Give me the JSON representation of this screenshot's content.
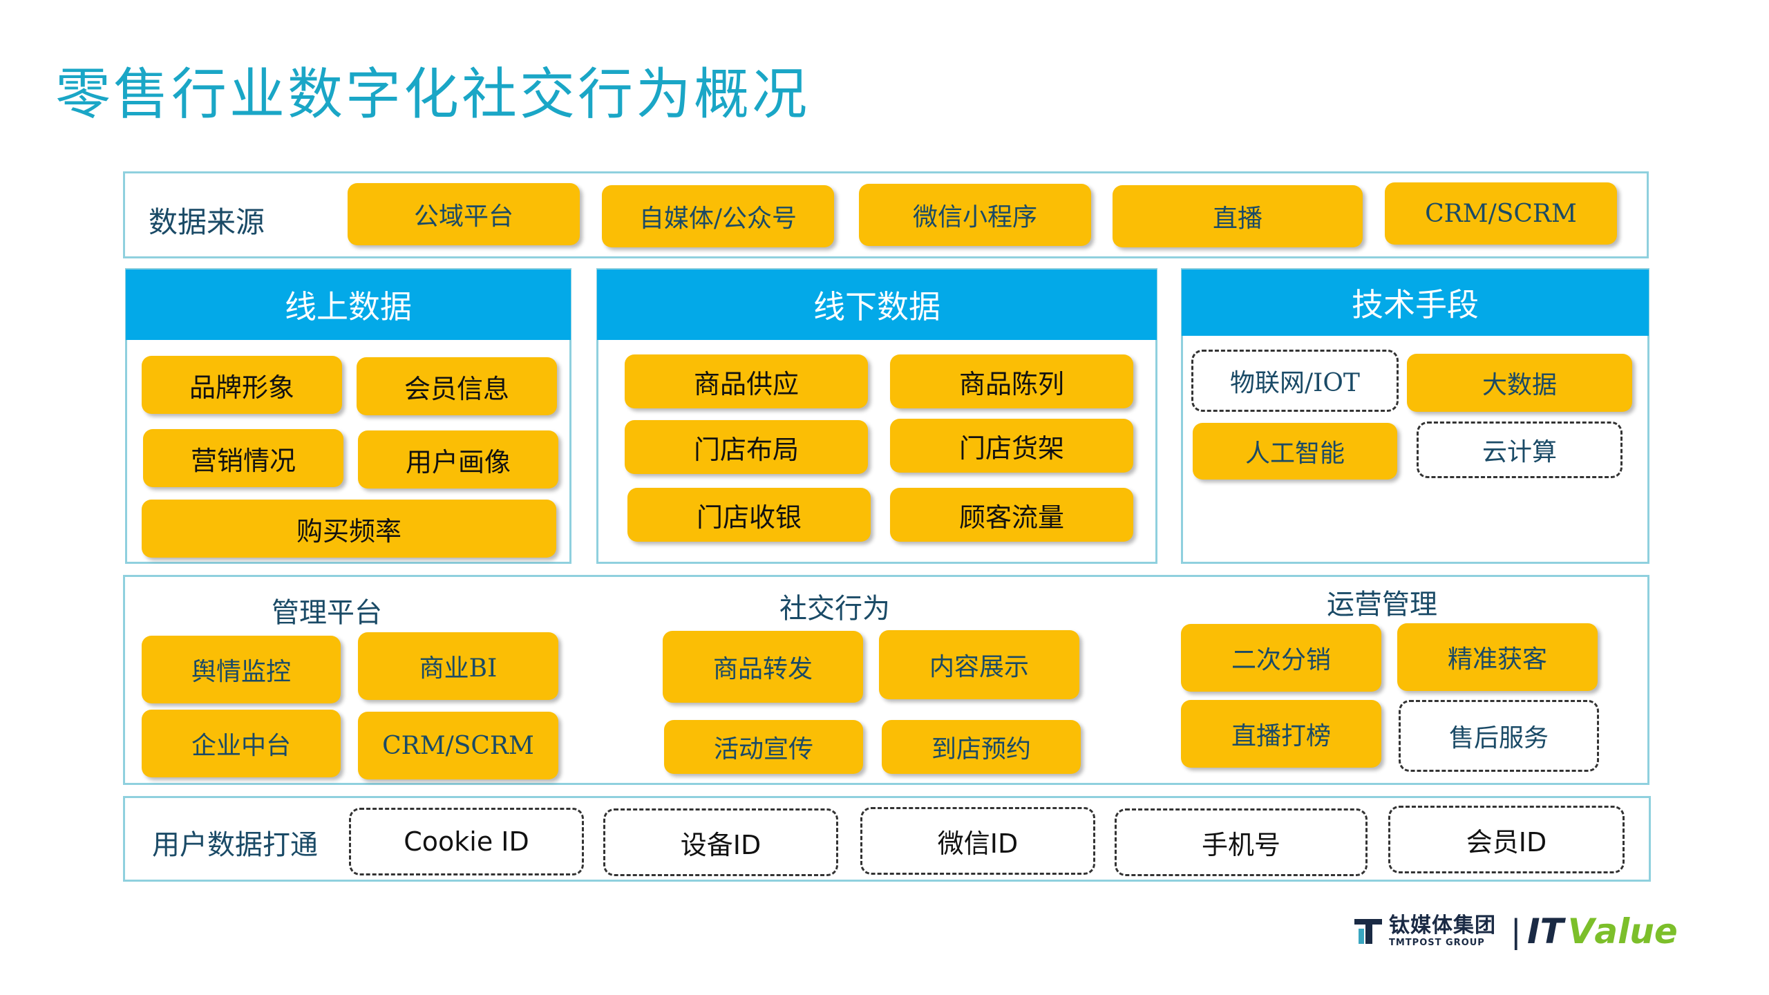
{
  "title": "零售行业数字化社交行为概况",
  "data_sources": {
    "label": "数据来源",
    "items": [
      "公域平台",
      "自媒体/公众号",
      "微信小程序",
      "直播",
      "CRM/SCRM"
    ]
  },
  "online": {
    "header": "线上数据",
    "items": [
      "品牌形象",
      "会员信息",
      "营销情况",
      "用户画像",
      "购买频率"
    ]
  },
  "offline": {
    "header": "线下数据",
    "items": [
      "商品供应",
      "商品陈列",
      "门店布局",
      "门店货架",
      "门店收银",
      "顾客流量"
    ]
  },
  "tech": {
    "header": "技术手段",
    "items": [
      "物联网/IOT",
      "大数据",
      "人工智能",
      "云计算"
    ]
  },
  "management": {
    "label": "管理平台",
    "items": [
      "舆情监控",
      "商业BI",
      "企业中台",
      "CRM/SCRM"
    ]
  },
  "social": {
    "label": "社交行为",
    "items": [
      "商品转发",
      "内容展示",
      "活动宣传",
      "到店预约"
    ]
  },
  "operations": {
    "label": "运营管理",
    "items": [
      "二次分销",
      "精准获客",
      "直播打榜",
      "售后服务"
    ]
  },
  "user_data": {
    "label": "用户数据打通",
    "items": [
      "Cookie ID",
      "设备ID",
      "微信ID",
      "手机号",
      "会员ID"
    ]
  },
  "footer": {
    "brand_cn": "钛媒体集团",
    "brand_en": "TMTPOST GROUP",
    "divider": "|",
    "itvalue_it": "IT",
    "itvalue_v": "V",
    "itvalue_rest": "alue"
  },
  "colors": {
    "title": "#1aa6c6",
    "chip": "#fbbe05",
    "header": "#03a9e8",
    "border": "#8fd0de",
    "itvalue_green": "#7cbf2a"
  }
}
